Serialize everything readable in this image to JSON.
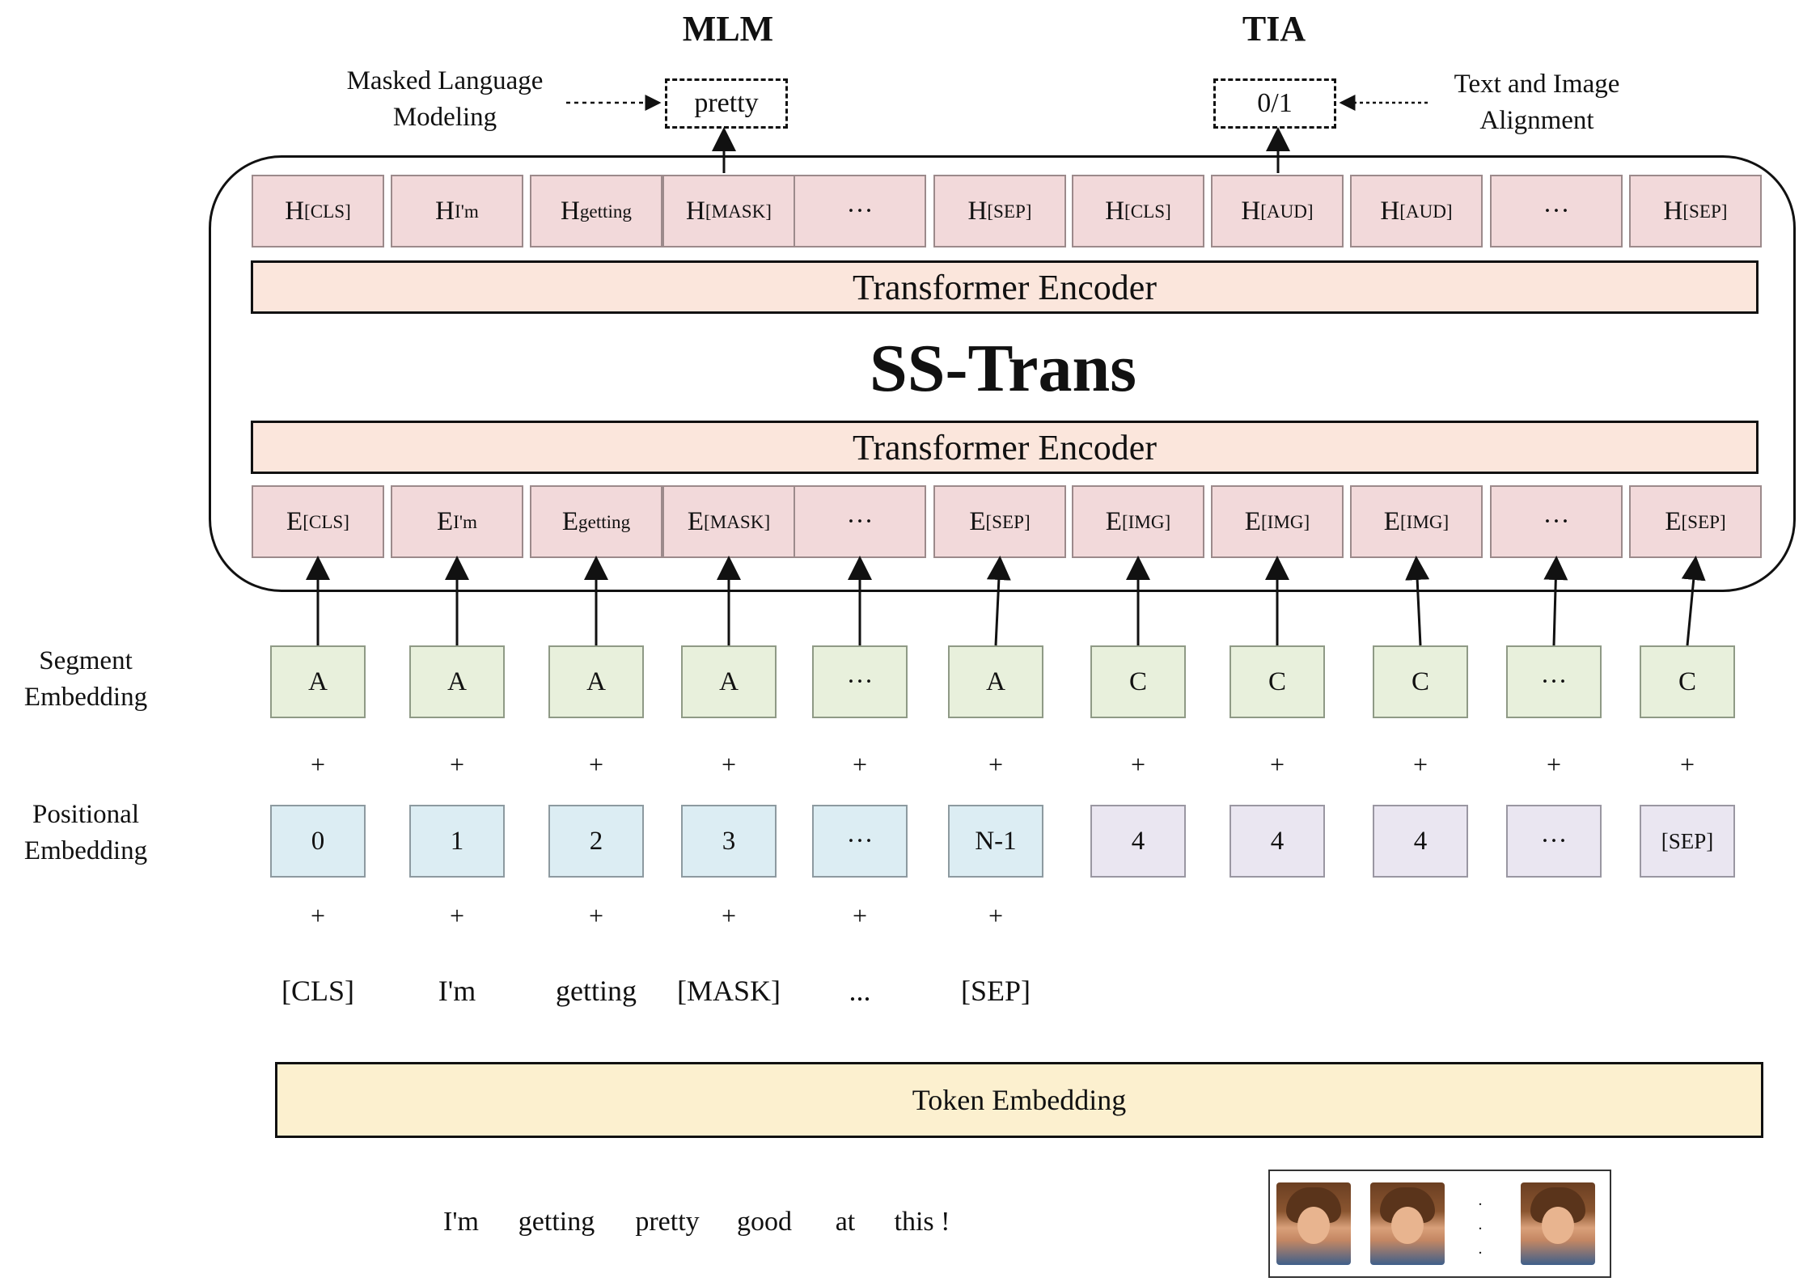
{
  "top_labels": {
    "mlm": "MLM",
    "tia": "TIA"
  },
  "mlm_desc": [
    "Masked Language",
    "Modeling"
  ],
  "tia_desc": [
    "Text and Image",
    "Alignment"
  ],
  "mlm_output": "pretty",
  "tia_output": "0/1",
  "model_name": "SS-Trans",
  "encoder_label": "Transformer Encoder",
  "hidden_row": [
    {
      "base": "H",
      "sub": "[CLS]"
    },
    {
      "base": "H",
      "sub": "I'm"
    },
    {
      "base": "H",
      "sub": "getting"
    },
    {
      "base": "H",
      "sub": "[MASK]"
    },
    {
      "base": "···",
      "sub": ""
    },
    {
      "base": "H",
      "sub": "[SEP]"
    },
    {
      "base": "H",
      "sub": "[CLS]"
    },
    {
      "base": "H",
      "sub": "[AUD]"
    },
    {
      "base": "H",
      "sub": "[AUD]"
    },
    {
      "base": "···",
      "sub": ""
    },
    {
      "base": "H",
      "sub": "[SEP]"
    }
  ],
  "embed_row": [
    {
      "base": "E",
      "sub": "[CLS]"
    },
    {
      "base": "E",
      "sub": "I'm"
    },
    {
      "base": "E",
      "sub": "getting"
    },
    {
      "base": "E",
      "sub": "[MASK]"
    },
    {
      "base": "···",
      "sub": ""
    },
    {
      "base": "E",
      "sub": "[SEP]"
    },
    {
      "base": "E",
      "sub": "[IMG]"
    },
    {
      "base": "E",
      "sub": "[IMG]"
    },
    {
      "base": "E",
      "sub": "[IMG]"
    },
    {
      "base": "···",
      "sub": ""
    },
    {
      "base": "E",
      "sub": "[SEP]"
    }
  ],
  "segment_label": [
    "Segment",
    "Embedding"
  ],
  "segment_row": [
    "A",
    "A",
    "A",
    "A",
    "···",
    "A",
    "C",
    "C",
    "C",
    "···",
    "C"
  ],
  "plus": "+",
  "positional_label": [
    "Positional",
    "Embedding"
  ],
  "positional_row": [
    "0",
    "1",
    "2",
    "3",
    "···",
    "N-1",
    "4",
    "4",
    "4",
    "···",
    "[SEP]"
  ],
  "tokens_row": [
    "[CLS]",
    "I'm",
    "getting",
    "[MASK]",
    "...",
    "[SEP]"
  ],
  "token_embedding": "Token Embedding",
  "sentence_words": [
    "I'm",
    "getting",
    "pretty",
    "good",
    "at",
    "this !"
  ],
  "image_dots": ".",
  "colors": {
    "hidden": "#f2d9da",
    "encoder": "#fbe6dc",
    "segment": "#e8f0dc",
    "pos_text": "#dcedf3",
    "pos_img": "#eae6f1",
    "token": "#fcf0cf"
  }
}
